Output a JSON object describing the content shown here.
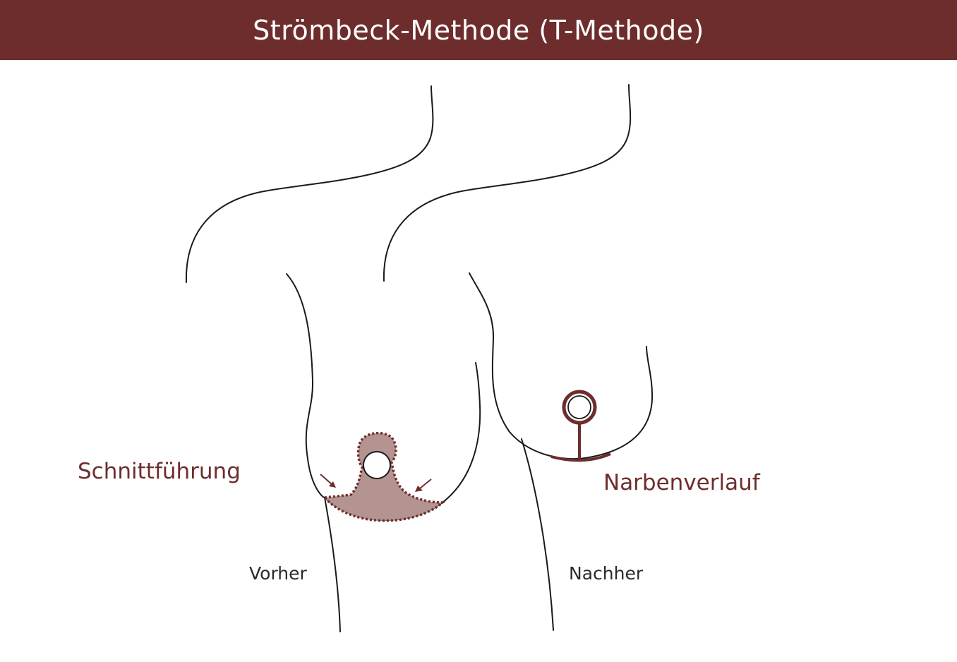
{
  "title": "Strömbeck-Methode (T-Methode)",
  "labels": {
    "incision": "Schnittführung",
    "scar": "Narbenverlauf",
    "before": "Vorher",
    "after": "Nachher"
  },
  "colors": {
    "header_bg": "#6e2d2d",
    "accent": "#6e2d2d",
    "fill": "#b39490",
    "line": "#1a1a1a"
  }
}
